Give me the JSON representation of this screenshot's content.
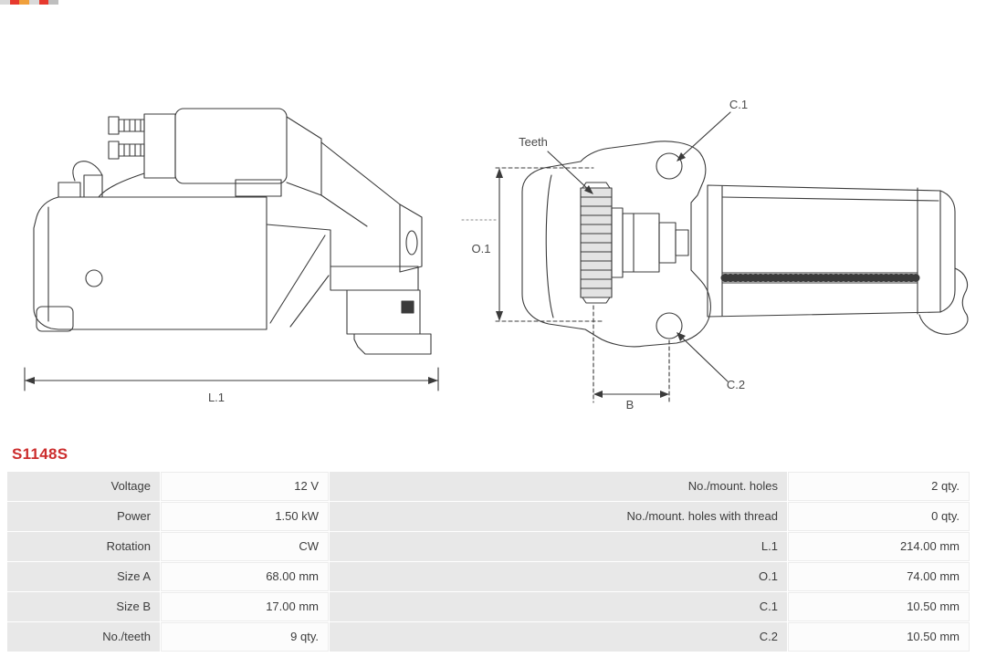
{
  "brand": {
    "accent_color": "#cc2d2d",
    "strip_colors": [
      "#d9d9d9",
      "#e6392e",
      "#f0a03c",
      "#d9d9d9",
      "#e6392e",
      "#bfbfbf"
    ]
  },
  "product": {
    "part_number": "S1148S"
  },
  "drawing": {
    "labels": {
      "l1": "L.1",
      "o1": "O.1",
      "b": "B",
      "c1": "C.1",
      "c2": "C.2",
      "teeth": "Teeth"
    }
  },
  "specs": {
    "left": [
      {
        "label": "Voltage",
        "value": "12 V"
      },
      {
        "label": "Power",
        "value": "1.50 kW"
      },
      {
        "label": "Rotation",
        "value": "CW"
      },
      {
        "label": "Size A",
        "value": "68.00 mm"
      },
      {
        "label": "Size B",
        "value": "17.00 mm"
      },
      {
        "label": "No./teeth",
        "value": "9 qty."
      }
    ],
    "right": [
      {
        "label": "No./mount. holes",
        "value": "2 qty."
      },
      {
        "label": "No./mount. holes with thread",
        "value": "0 qty."
      },
      {
        "label": "L.1",
        "value": "214.00 mm"
      },
      {
        "label": "O.1",
        "value": "74.00 mm"
      },
      {
        "label": "C.1",
        "value": "10.50 mm"
      },
      {
        "label": "C.2",
        "value": "10.50 mm"
      }
    ]
  }
}
